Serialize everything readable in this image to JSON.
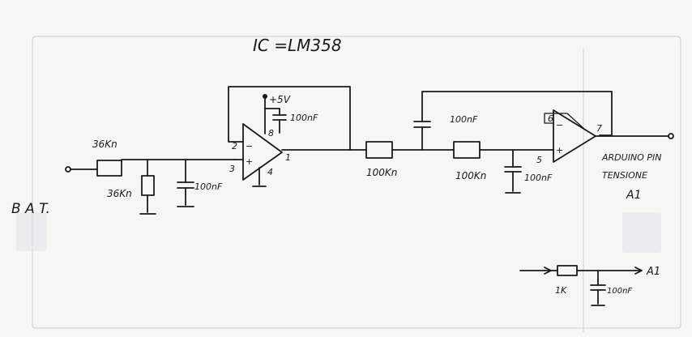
{
  "title": "IC =LM358",
  "battery_label": "B A T.",
  "supply_label": "+5V",
  "pins": {
    "p2": "2",
    "p3": "3",
    "p8": "8",
    "p4": "4",
    "p1": "1",
    "p6": "6",
    "p5": "5",
    "p7": "7"
  },
  "components": {
    "r_in": "36Kn",
    "r_div": "36Kn",
    "c_in": "100nF",
    "c_supply": "100nF",
    "r_mid1": "100Kn",
    "r_mid2": "100Kn",
    "c_feedback": "100nF",
    "c_filter": "100nF"
  },
  "output": {
    "line1": "ARDUINO PIN",
    "line2": "TENSIONE",
    "line3": "A1"
  },
  "inset": {
    "resistor": "1K",
    "capacitor": "100nF",
    "output": "A1"
  }
}
